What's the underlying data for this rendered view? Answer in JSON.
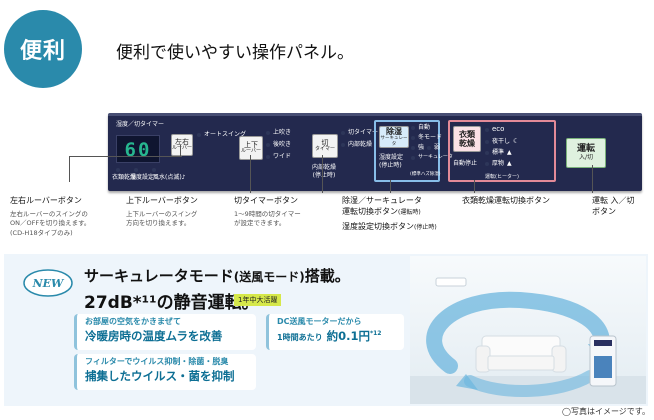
{
  "header": {
    "badge": "便利",
    "headline": "便利で使いやすい操作パネル。"
  },
  "panel": {
    "timer_label": "湿度／切タイマー",
    "display_value": "60",
    "mode_labels": [
      "衣類乾燥",
      "湿度設定",
      "風水(点滅)♪"
    ],
    "louver_lr": {
      "line1": "左右",
      "line2": "ルーバー"
    },
    "auto_swing": "オートスイング",
    "louver_ud": {
      "line1": "上下",
      "line2": "ルーバー"
    },
    "ud_options": [
      "上吹き",
      "後吹き",
      "ワイド"
    ],
    "off_timer_btn": {
      "line1": "切",
      "line2": "タイマー"
    },
    "off_timer_options": [
      "切タイマー",
      "内部乾燥"
    ],
    "internal_dry_note": {
      "line1": "内部乾燥",
      "line2": "(停止時)"
    },
    "dehumid_btn": {
      "line1": "除湿",
      "line2": "サーキュレータ"
    },
    "humidity_setting_note": {
      "line1": "湿度設定",
      "line2": "(停止時)"
    },
    "dehumid_options": [
      "自動",
      "冬モード",
      "強",
      "弱",
      "サーキュレータ"
    ],
    "dehumid_options_note": "(標準ハズ除湿)",
    "clothes_dry_btn": {
      "line1": "衣類",
      "line2": "乾燥"
    },
    "auto_dry_note": "自動停止",
    "clothes_dry_options": [
      "eco",
      "夜干し",
      "標準",
      "厚物"
    ],
    "clothes_dry_note": "運転(ヒーター)",
    "power_btn": {
      "line1": "運転",
      "line2": "入/切"
    }
  },
  "callouts": {
    "lr_louver": {
      "title": "左右ルーバーボタン",
      "desc": [
        "左右ルーバーのスイングの",
        "ON／OFFを切り換えます。",
        "(CD-H18タイプのみ)"
      ]
    },
    "ud_louver": {
      "title": "上下ルーバーボタン",
      "desc": [
        "上下ルーバーのスイング",
        "方向を切り換えます。"
      ]
    },
    "off_timer": {
      "title": "切タイマーボタン",
      "desc": [
        "1〜9時間の切タイマー",
        "が設定できます。"
      ]
    },
    "dehumid": {
      "title1": "除湿／サーキュレータ",
      "title2": "運転切換ボタン",
      "title2_note": "(運転時)",
      "title3": "湿度設定切換ボタン",
      "title3_note": "(停止時)"
    },
    "clothes_dry": {
      "title": "衣類乾燥運転切換ボタン"
    },
    "power": {
      "title1": "運転 入／切",
      "title2": "ボタン"
    }
  },
  "promo": {
    "new_badge": "NEW",
    "title_main": "サーキュレータモード",
    "title_paren": "(送風モード)",
    "title_end": "搭載。",
    "title2": "27dB*¹¹の静音運転。",
    "title2_note": "1年中大活躍",
    "feature1": {
      "small": "お部屋の空気をかきまぜて",
      "large": "冷暖房時の温度ムラを改善"
    },
    "feature2": {
      "small": "DC送風モーターだから",
      "large_prefix": "1時間あたり",
      "large": "約0.1円",
      "footnote": "*12"
    },
    "feature3": {
      "small": "フィルターでウイルス抑制・除菌・脱臭",
      "large": "捕集したウイルス・菌を抑制"
    }
  },
  "disclaimer": "◯写真はイメージです。",
  "colors": {
    "panel_bg": "#23294e",
    "accent": "#2a8aab",
    "lcd_digits": "#27b68f",
    "dehumid_frame": "#88bde8",
    "dry_frame": "#e38a98"
  }
}
